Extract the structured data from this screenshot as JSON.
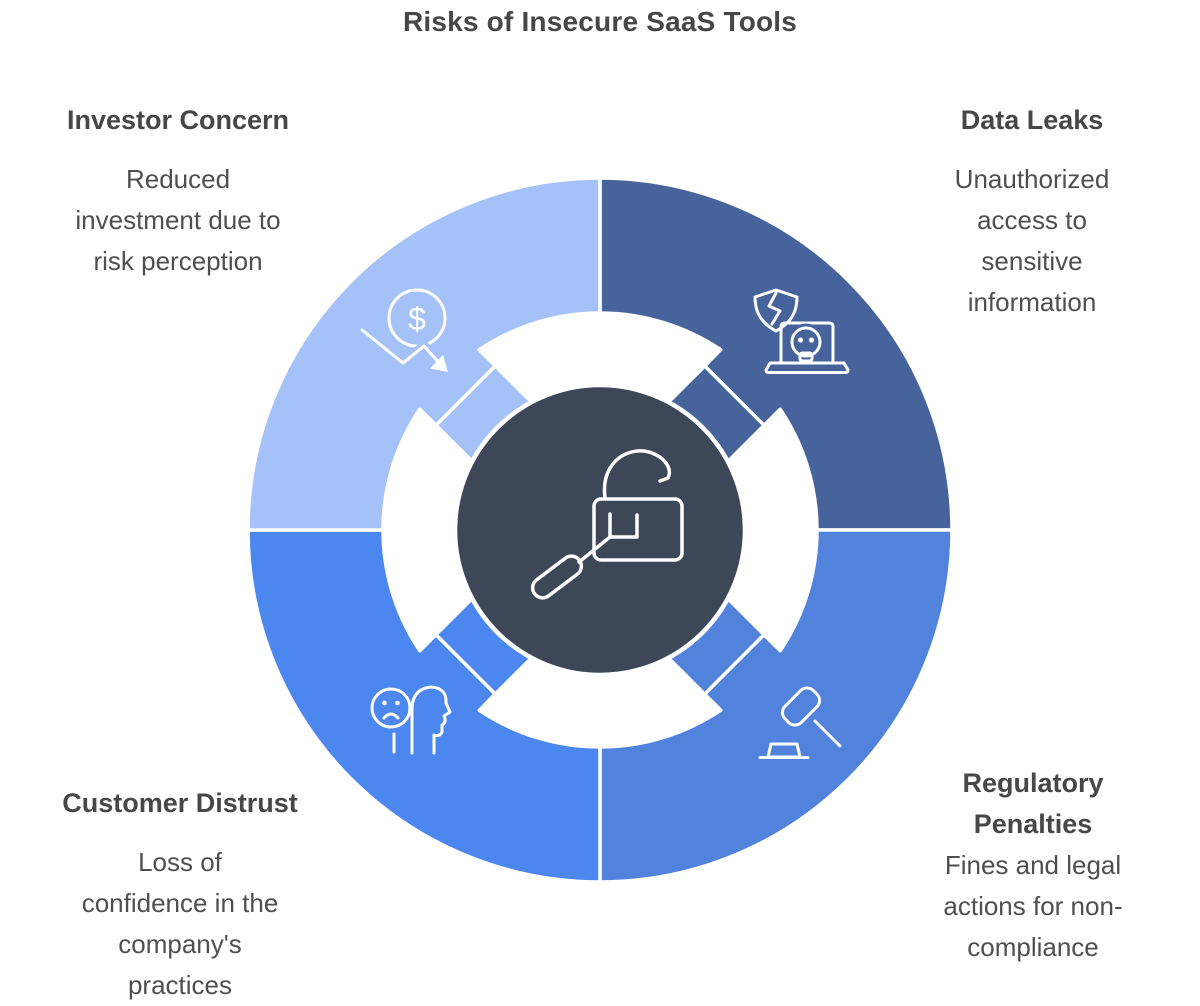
{
  "title": "Risks of Insecure SaaS Tools",
  "text_color": "#4A4A4A",
  "diagram": {
    "center_color": "#3D4758",
    "center_icon": "unlocked-padlock-with-key",
    "quadrants": [
      {
        "id": "investor-concern",
        "position": "top-left",
        "label": "Investor Concern",
        "description": "Reduced investment due to risk perception",
        "color": "#A5C2F8",
        "icon": "dollar-decline-icon"
      },
      {
        "id": "data-leaks",
        "position": "top-right",
        "label": "Data Leaks",
        "description": "Unauthorized access to sensitive information",
        "color": "#46639B",
        "icon": "malware-laptop-icon"
      },
      {
        "id": "customer-distrust",
        "position": "bottom-left",
        "label": "Customer Distrust",
        "description": "Loss of confidence in the company's practices",
        "color": "#4C86EF",
        "icon": "distrust-head-icon"
      },
      {
        "id": "regulatory-penalties",
        "position": "bottom-right",
        "label": "Regulatory Penalties",
        "description": "Fines and legal actions for non-compliance",
        "color": "#5182DC",
        "icon": "gavel-icon"
      }
    ]
  }
}
